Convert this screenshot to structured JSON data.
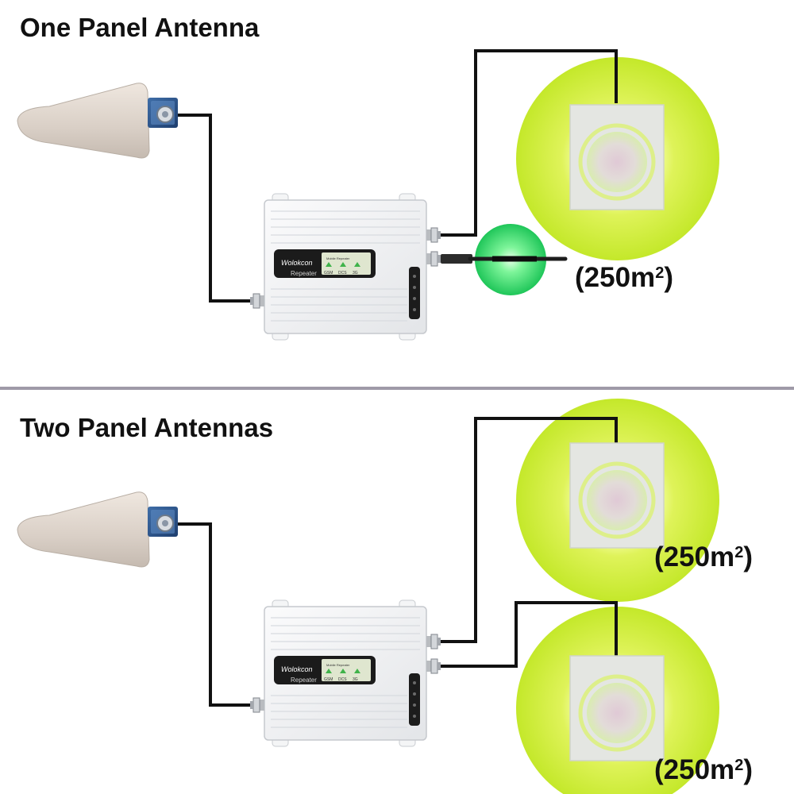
{
  "sections": [
    {
      "title": "One Panel Antenna",
      "coverage": [
        "250m",
        "2"
      ]
    },
    {
      "title": "Two Panel Antennas",
      "coverage": [
        [
          "250m",
          "2"
        ],
        [
          "250m",
          "2"
        ]
      ]
    }
  ],
  "repeater": {
    "brand": "Wolokcon",
    "name": "Repeater",
    "screen_title": "Mobile Repeater",
    "bands": [
      "GSM",
      "DCS",
      "3G"
    ]
  },
  "colors": {
    "divider": "#9f9aa8",
    "cable": "#111111",
    "coverage_glow": "#c9ec2b",
    "coverage_glow_inner": "#ecfa85",
    "whip_glow": "#1fd15a",
    "panel": "#e4e6e4",
    "repeater_body": "#f2f3f4",
    "lcd_screen": "#1b1b1b"
  },
  "icons": [
    "yagi-antenna-icon",
    "panel-antenna-icon",
    "repeater-device-icon",
    "whip-antenna-icon",
    "signal-icon"
  ]
}
